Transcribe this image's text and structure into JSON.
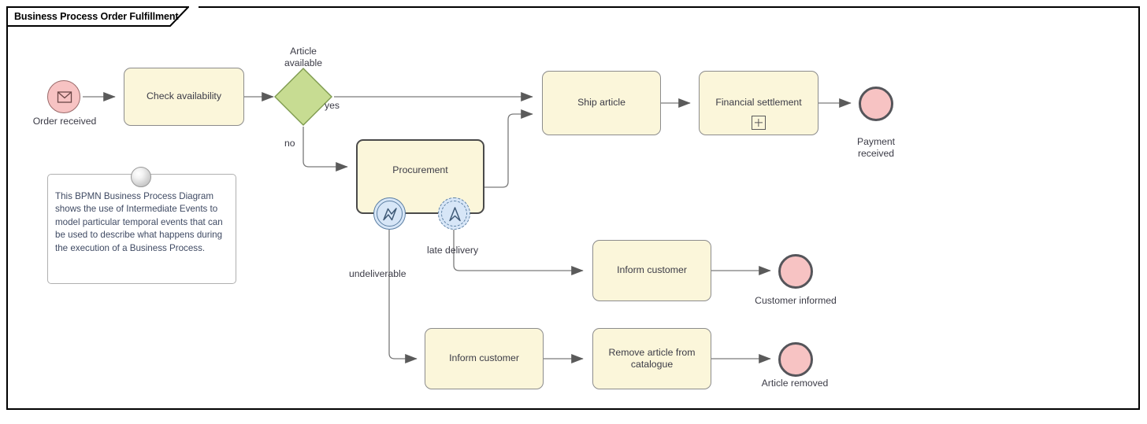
{
  "frame": {
    "title": "Business Process Order Fulfillment",
    "border_color": "#000000",
    "background": "#ffffff"
  },
  "palette": {
    "task_fill": "#fbf6da",
    "task_border": "#8c8c8c",
    "call_activity_border": "#4a4a4a",
    "gateway_fill": "#c7dc92",
    "gateway_border": "#7d9a4e",
    "event_fill": "#f7c3c3",
    "start_event_border": "#9a6a6a",
    "end_event_border": "#55555a",
    "boundary_event_fill": "#d7e6f7",
    "boundary_event_border": "#5c7fa3",
    "connector": "#7a7a7a",
    "arrowhead": "#5a5a5a",
    "text": "#3b3b46",
    "note_text": "#3f4a63",
    "note_border": "#b0b0b0"
  },
  "events": {
    "start": {
      "label": "Order received",
      "icon": "envelope-icon",
      "type": "message-start-event"
    },
    "end_payment": {
      "label": "Payment\nreceived",
      "type": "end-event"
    },
    "end_customer_informed": {
      "label": "Customer informed",
      "type": "end-event"
    },
    "end_article_removed": {
      "label": "Article removed",
      "type": "end-event"
    }
  },
  "gateway": {
    "label": "Article\navailable",
    "type": "exclusive-gateway",
    "flows": [
      {
        "label": "yes"
      },
      {
        "label": "no"
      }
    ]
  },
  "tasks": [
    {
      "id": "check-availability",
      "label": "Check availability",
      "type": "task"
    },
    {
      "id": "procurement",
      "label": "Procurement",
      "type": "call-activity"
    },
    {
      "id": "ship-article",
      "label": "Ship article",
      "type": "task"
    },
    {
      "id": "financial-settlement",
      "label": "Financial settlement",
      "type": "collapsed-subprocess",
      "marker": "plus-marker"
    },
    {
      "id": "inform-customer-late",
      "label": "Inform customer",
      "type": "task"
    },
    {
      "id": "inform-customer-undeliverable",
      "label": "Inform customer",
      "type": "task"
    },
    {
      "id": "remove-article",
      "label": "Remove article from\ncatalogue",
      "type": "task"
    }
  ],
  "boundary_events": [
    {
      "id": "error-boundary",
      "icon": "error-lightning-icon",
      "type": "interrupting-error-event",
      "flow_label": "undeliverable"
    },
    {
      "id": "escalation-boundary",
      "icon": "escalation-arrow-icon",
      "type": "non-interrupting-escalation-event",
      "flow_label": "late delivery"
    }
  ],
  "note": {
    "text": "This BPMN Business Process Diagram shows the use of Intermediate Events to model particular temporal events that can be used to describe what happens during the execution of a Business Process.",
    "pin": "note-pin-icon"
  }
}
